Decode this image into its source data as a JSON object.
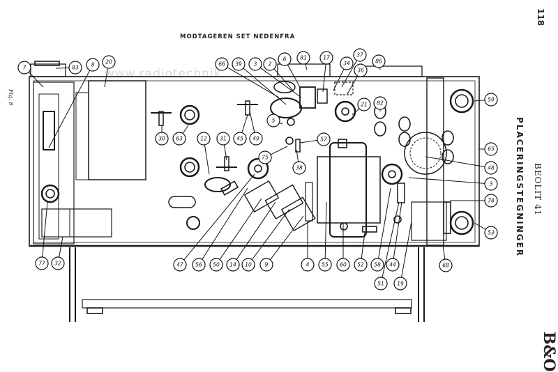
{
  "header": {
    "title": "MODTAGEREN SET NEDENFRA",
    "page_number": "118",
    "section_heading": "PLACERINGSTEGNINGER",
    "model": "BEOLIT 41",
    "logo": "B&O",
    "figure": "Fig. 8",
    "watermark": "www.radiotechnik..."
  },
  "callouts": [
    {
      "label": "7"
    },
    {
      "label": "83"
    },
    {
      "label": "8"
    },
    {
      "label": "20"
    },
    {
      "label": "66"
    },
    {
      "label": "39"
    },
    {
      "label": "3"
    },
    {
      "label": "2"
    },
    {
      "label": "6"
    },
    {
      "label": "81"
    },
    {
      "label": "17"
    },
    {
      "label": "37"
    },
    {
      "label": "34"
    },
    {
      "label": "36"
    },
    {
      "label": "86"
    },
    {
      "label": "21"
    },
    {
      "label": "82"
    },
    {
      "label": "59"
    },
    {
      "label": "5"
    },
    {
      "label": "57"
    },
    {
      "label": "75"
    },
    {
      "label": "30"
    },
    {
      "label": "63"
    },
    {
      "label": "12"
    },
    {
      "label": "31"
    },
    {
      "label": "45"
    },
    {
      "label": "49"
    },
    {
      "label": "38"
    },
    {
      "label": "65"
    },
    {
      "label": "48"
    },
    {
      "label": "3"
    },
    {
      "label": "78"
    },
    {
      "label": "53"
    },
    {
      "label": "77"
    },
    {
      "label": "32"
    },
    {
      "label": "47"
    },
    {
      "label": "56"
    },
    {
      "label": "50"
    },
    {
      "label": "14"
    },
    {
      "label": "10"
    },
    {
      "label": "9"
    },
    {
      "label": "4"
    },
    {
      "label": "55"
    },
    {
      "label": "60"
    },
    {
      "label": "52"
    },
    {
      "label": "58"
    },
    {
      "label": "51"
    },
    {
      "label": "44"
    },
    {
      "label": "19"
    },
    {
      "label": "68"
    }
  ]
}
